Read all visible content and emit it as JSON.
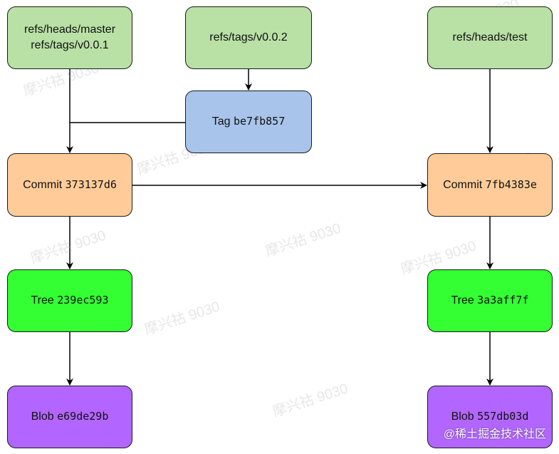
{
  "nodes": {
    "master_ref": {
      "line1": "refs/heads/master",
      "line2": "refs/tags/v0.0.1"
    },
    "v002_ref": {
      "label": "refs/tags/v0.0.2"
    },
    "test_ref": {
      "label": "refs/heads/test"
    },
    "tag": {
      "kind": "Tag",
      "hash": "be7fb857"
    },
    "commit_left": {
      "kind": "Commit",
      "hash": "373137d6"
    },
    "commit_right": {
      "kind": "Commit",
      "hash": "7fb4383e"
    },
    "tree_left": {
      "kind": "Tree",
      "hash": "239ec593"
    },
    "tree_right": {
      "kind": "Tree",
      "hash": "3a3aff7f"
    },
    "blob_left": {
      "kind": "Blob",
      "hash": "e69de29b"
    },
    "blob_right": {
      "kind": "Blob",
      "hash": "557db03d"
    }
  },
  "watermark_text": "摩兴祜 9030",
  "credit": "@稀土掘金技术社区",
  "colors": {
    "ref": "#b9e0a5",
    "tag": "#a9c4eb",
    "commit": "#ffcc99",
    "tree": "#33ff33",
    "blob": "#b266ff"
  }
}
